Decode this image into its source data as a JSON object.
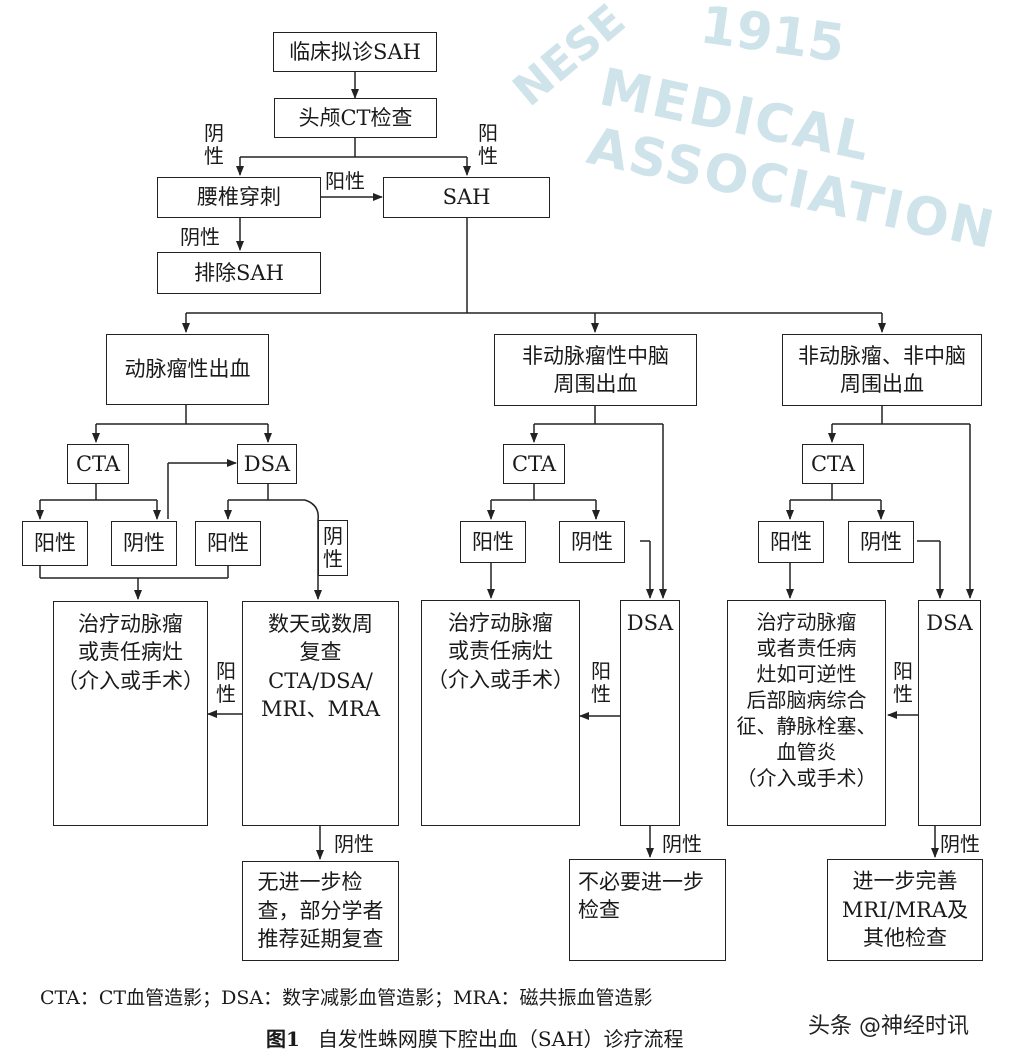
{
  "nodes": {
    "start": "临床拟诊SAH",
    "ct": "头颅CT检查",
    "lumbar": "腰椎穿刺",
    "sah": "SAH",
    "exclude": "排除SAH",
    "aneurysmal": "动脉瘤性出血",
    "pmnah": "非动脉瘤性中脑\n周围出血",
    "non_pmnah": "非动脉瘤、非中脑\n周围出血",
    "a_cta": "CTA",
    "a_dsa": "DSA",
    "a_pos1": "阳性",
    "a_neg": "阴性",
    "a_pos2": "阳性",
    "a_treat": "治疗动脉瘤\n或责任病灶\n（介入或手术）",
    "a_repeat": "数天或数周\n复查\nCTA/DSA/\nMRI、MRA",
    "a_nofurther": "无进一步检\n查，部分学者\n推荐延期复查",
    "b_cta": "CTA",
    "b_pos": "阳性",
    "b_neg": "阴性",
    "b_treat": "治疗动脉瘤\n或责任病灶\n（介入或手术）",
    "b_dsa": "DSA",
    "b_nofurther": "不必要进一步\n检查",
    "c_cta": "CTA",
    "c_pos": "阳性",
    "c_neg": "阴性",
    "c_treat": "治疗动脉瘤\n或者责任病\n灶如可逆性\n后部脑病综合\n征、静脉栓塞、\n血管炎\n（介入或手术）",
    "c_dsa": "DSA",
    "c_further": "进一步完善\nMRI/MRA及\n其他检查"
  },
  "edge_labels": {
    "ct_neg": "阴\n性",
    "ct_pos": "阳\n性",
    "lumbar_pos": "阳性",
    "lumbar_neg": "阴性",
    "a_dsa_neg": "阴\n性",
    "a_repeat_pos": "阳\n性",
    "a_repeat_neg": "阴性",
    "b_dsa_pos": "阳\n性",
    "b_dsa_neg": "阴性",
    "c_dsa_pos": "阳\n性",
    "c_dsa_neg": "阴性"
  },
  "footnote": "CTA：CT血管造影；DSA：数字减影血管造影；MRA：磁共振血管造影",
  "caption": {
    "number": "图1",
    "title": "自发性蛛网膜下腔出血（SAH）诊疗流程"
  },
  "watermark": {
    "year": "1915",
    "text": "MEDICAL ASSOCIATION",
    "text2": "NESE"
  },
  "credit": "头条 @神经时讯",
  "colors": {
    "line": "#222222",
    "watermark": "#cfe3ea",
    "background": "#ffffff"
  }
}
